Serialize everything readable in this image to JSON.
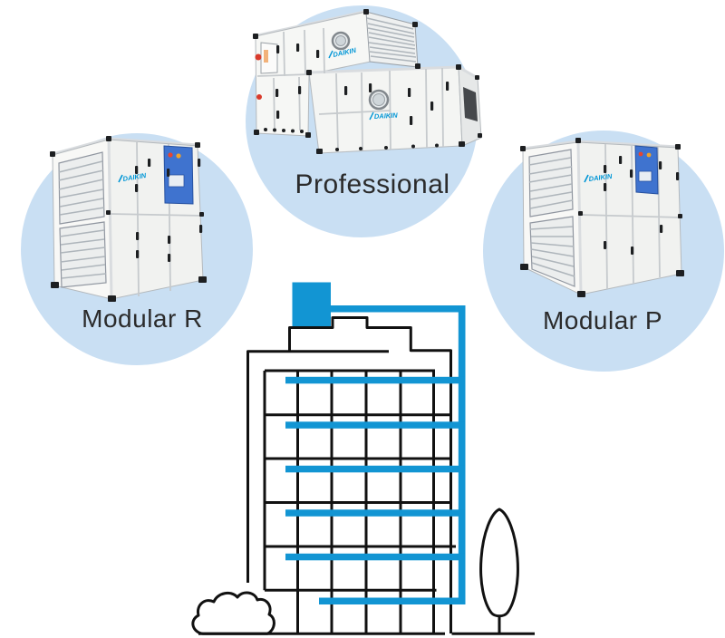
{
  "products": {
    "top": {
      "label": "Professional"
    },
    "left": {
      "label": "Modular R"
    },
    "right": {
      "label": "Modular P"
    }
  },
  "brand": "DAIKIN",
  "colors": {
    "circle_fill": "#c9dff3",
    "duct_blue": "#1295d3",
    "outline_black": "#111111",
    "label_text": "#2b2b2b",
    "daikin_logo_blue": "#0096d6",
    "control_box_blue": "#3f73cf"
  }
}
